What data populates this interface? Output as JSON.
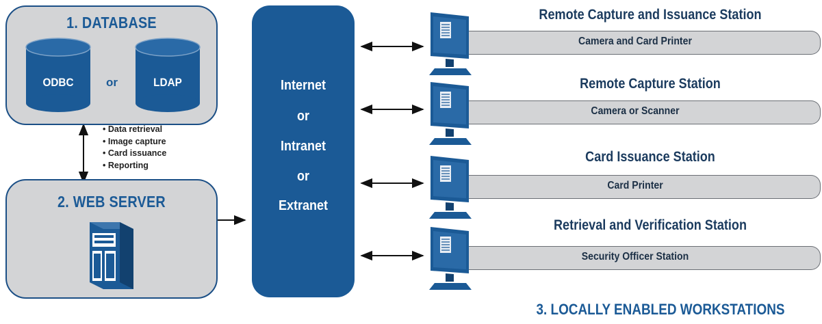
{
  "database": {
    "title": "1. DATABASE",
    "option_a": "ODBC",
    "connector": "or",
    "option_b": "LDAP"
  },
  "functions": [
    "Data retrieval",
    "Image capture",
    "Card issuance",
    "Reporting"
  ],
  "web_server": {
    "title": "2. WEB SERVER"
  },
  "network": {
    "lines": [
      "Internet",
      "or",
      "Intranet",
      "or",
      "Extranet"
    ]
  },
  "stations": [
    {
      "title": "Remote Capture and Issuance Station",
      "subtitle": "Camera and Card Printer"
    },
    {
      "title": "Remote Capture Station",
      "subtitle": "Camera or Scanner"
    },
    {
      "title": "Card Issuance Station",
      "subtitle": "Card Printer"
    },
    {
      "title": "Retrieval and Verification Station",
      "subtitle": "Security Officer Station"
    }
  ],
  "footer": {
    "title": "3. LOCALLY ENABLED WORKSTATIONS"
  },
  "colors": {
    "brand_blue": "#1b5a96",
    "panel_gray": "#d3d4d6",
    "text_dark": "#1b3b5e"
  }
}
